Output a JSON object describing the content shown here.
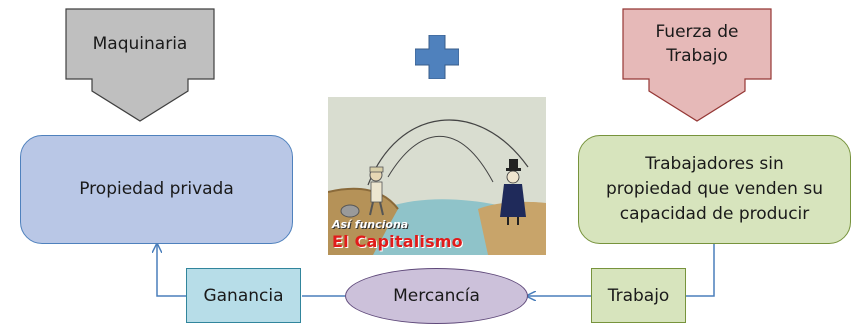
{
  "colors": {
    "gray_box": "#bfbfbf",
    "red_box": "#e6b9b8",
    "blue_box": "#b9c7e6",
    "green_box": "#d7e4bd",
    "teal_box": "#b7dde8",
    "purple_ellipse": "#ccc1da",
    "cross": "#4f81bd",
    "connector": "#4a7ebb"
  },
  "top_left_callout": {
    "label": "Maquinaria"
  },
  "top_right_callout": {
    "line1": "Fuerza de",
    "line2": "Trabajo"
  },
  "left_box": {
    "label": "Propiedad privada"
  },
  "right_box": {
    "line1": "Trabajadores sin",
    "line2": "propiedad que venden su",
    "line3": "capacidad de producir"
  },
  "illustration": {
    "line1": "Así funciona",
    "line2": "El Capitalismo"
  },
  "bottom": {
    "ganancia": "Ganancia",
    "mercancia": "Mercancía",
    "trabajo": "Trabajo"
  },
  "icons": [
    "plus-cross-icon"
  ]
}
